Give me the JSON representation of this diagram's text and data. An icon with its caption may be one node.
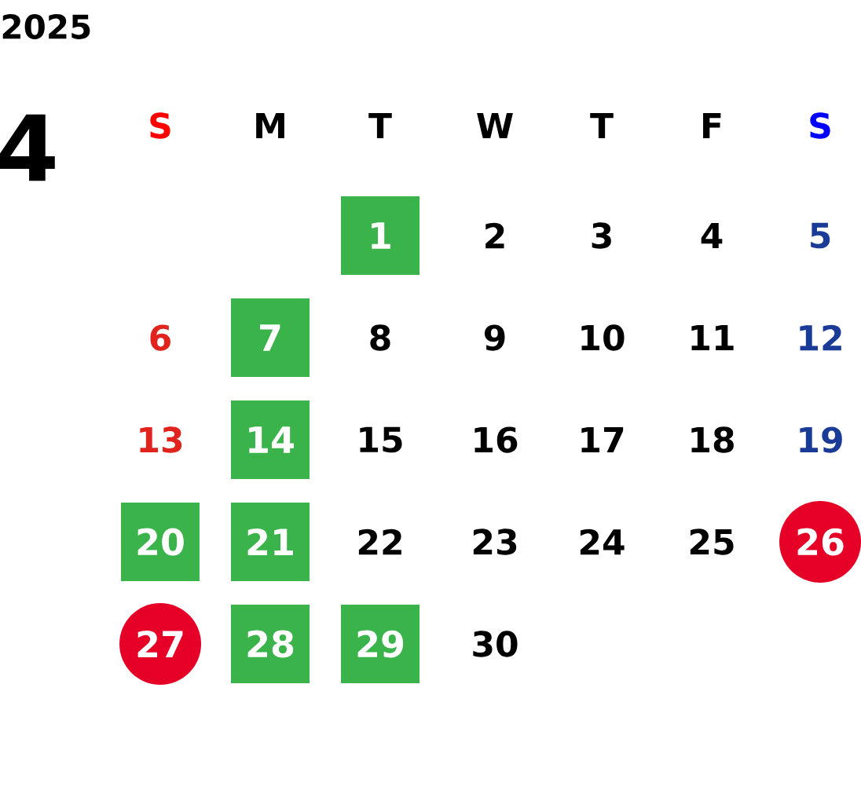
{
  "diagram": {
    "title": "2025",
    "nodes": [
      {
        "text": [
          "1"
        ]
      },
      {
        "text": [
          "7"
        ]
      },
      {
        "text": [
          "14"
        ]
      },
      {
        "text": [
          "20"
        ]
      },
      {
        "text": [
          "21"
        ]
      },
      {
        "text": [
          "26"
        ]
      },
      {
        "text": [
          "27"
        ]
      },
      {
        "text": [
          "28"
        ]
      },
      {
        "text": [
          "29"
        ]
      }
    ],
    "labels": [
      "4",
      "S",
      "M",
      "T",
      "W",
      "T",
      "F",
      "S",
      "2",
      "3",
      "4",
      "5",
      "6",
      "8",
      "9",
      "10",
      "11",
      "12",
      "13",
      "15",
      "16",
      "17",
      "18",
      "19",
      "22",
      "23",
      "24",
      "25",
      "30"
    ]
  }
}
